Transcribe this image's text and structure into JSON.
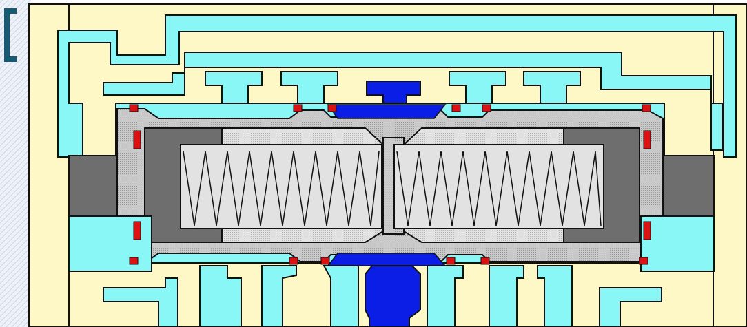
{
  "title": "",
  "colors": {
    "background": "#ffffff",
    "hatch_light": "#eef2f8",
    "hatch_line": "#cbd6e6",
    "housing": "#fdf8c6",
    "channel": "#8af7f7",
    "spool_metal": "#c9c9c9",
    "spool_dots": "#9a9a9a",
    "piston_dark": "#6e6e6e",
    "spring_chamber": "#e2e2e2",
    "spring_line": "#111111",
    "pilot_port": "#0b1ee6",
    "seal": "#e01010",
    "outline": "#111111",
    "bracket": "#185a72"
  },
  "components": {
    "bracket": "corner-bracket",
    "housing": "valve-housing",
    "spool": "spool-body",
    "springs": [
      "left-spring",
      "right-spring"
    ],
    "pilot_ports": [
      "top-pilot-port",
      "bottom-pilot-port"
    ]
  }
}
